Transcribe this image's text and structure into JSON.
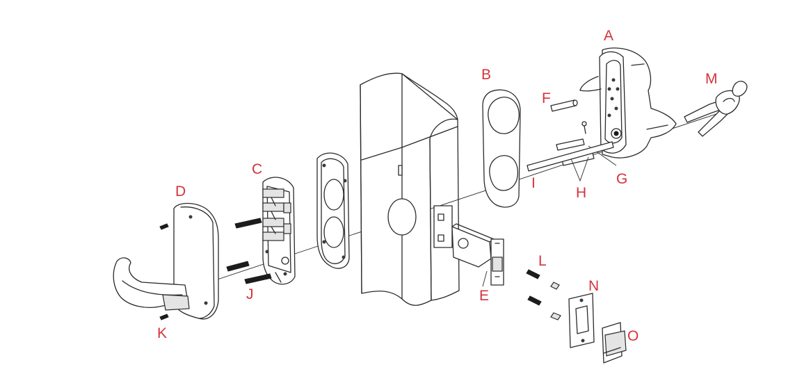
{
  "diagram": {
    "part_labels": {
      "A": "A",
      "B": "B",
      "C": "C",
      "D": "D",
      "E": "E",
      "F": "F",
      "G": "G",
      "H": "H",
      "I": "I",
      "J": "J",
      "K": "K",
      "L": "L",
      "M": "M",
      "N": "N",
      "O": "O"
    },
    "colors": {
      "label": "#d6323a",
      "line": "#2a2a2a",
      "background": "#ffffff"
    }
  }
}
